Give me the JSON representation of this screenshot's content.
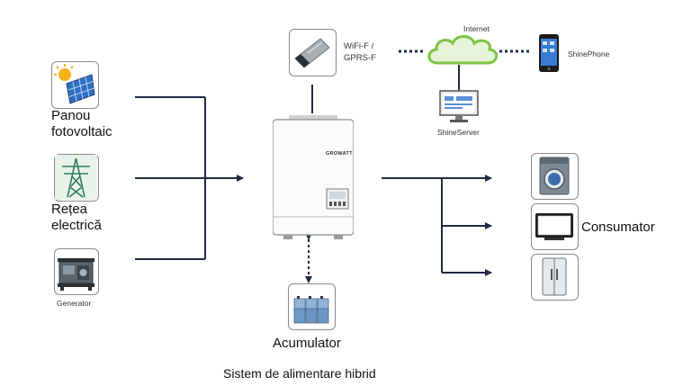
{
  "sources": {
    "solar_label_line1": "Panou",
    "solar_label_line2": "fotovoltaic",
    "grid_label_line1": "Rețea",
    "grid_label_line2": "electrică",
    "generator_label": "Generator"
  },
  "monitoring": {
    "wifi_line1": "WiFi-F /",
    "wifi_line2": "GPRS-F",
    "internet_label": "Internet",
    "shinephone_label": "ShinePhone",
    "shineserver_label": "ShineServer"
  },
  "inverter": {
    "brand": "GROWATT"
  },
  "battery": {
    "label": "Acumulator"
  },
  "loads": {
    "label": "Consumator"
  },
  "caption": "Sistem de alimentare hibrid",
  "colors": {
    "line": "#1f2a44",
    "cloud": "#7cc242",
    "tile_border": "#8a8a8a"
  }
}
